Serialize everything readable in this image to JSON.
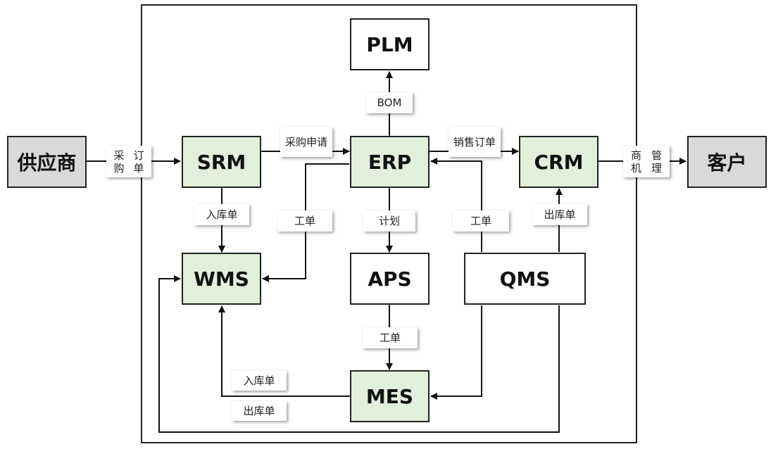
{
  "nodes": {
    "plm": "PLM",
    "erp": "ERP",
    "srm": "SRM",
    "crm": "CRM",
    "supplier": "供应商",
    "customer": "客户",
    "wms": "WMS",
    "aps": "APS",
    "qms": "QMS",
    "mes": "MES"
  },
  "labels": {
    "bom": "BOM",
    "purchase_order_left": [
      "采购",
      "订单"
    ],
    "purchase_request": [
      "采购",
      "申请"
    ],
    "sales_order": [
      "销售",
      "订单"
    ],
    "business_mgmt": [
      "商机",
      "管理"
    ],
    "wms_inbound_srm": "入库单",
    "work_order_wms": "工单",
    "plan": "计划",
    "work_order_qms": "工单",
    "outbound_crm": "出库单",
    "work_order_mes": "工单",
    "mes_inbound": "入库单",
    "mes_outbound": "出库单"
  },
  "colors": {
    "core_node_fill": "#e2efda",
    "external_node_fill": "#d9d9d9",
    "line": "#111111"
  }
}
